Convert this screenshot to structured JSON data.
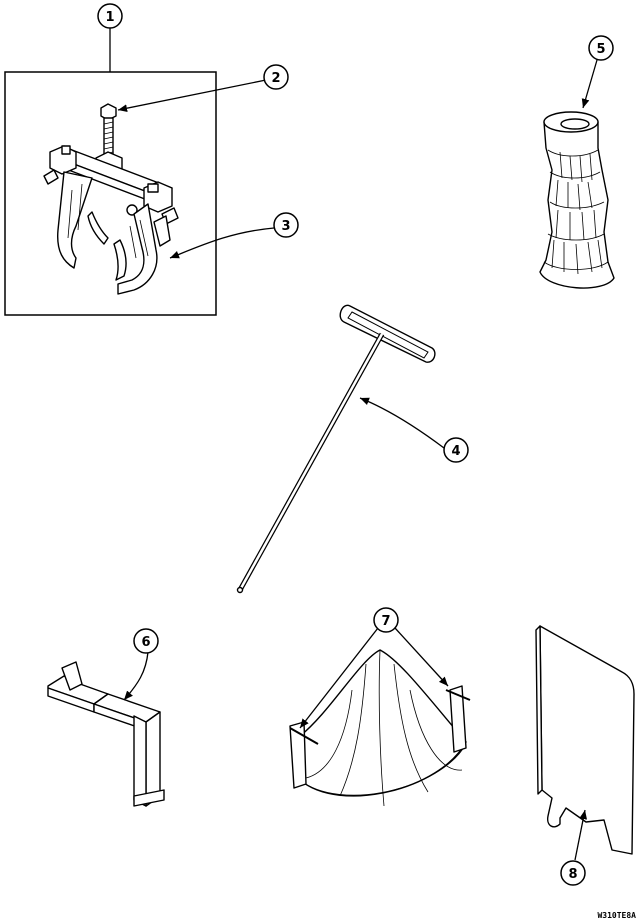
{
  "callouts": {
    "c1": "1",
    "c2": "2",
    "c3": "3",
    "c4": "4",
    "c5": "5",
    "c6": "6",
    "c7": "7",
    "c8": "8"
  },
  "drawing_code": "W310TE8A",
  "colors": {
    "line": "#000000",
    "background": "#ffffff"
  }
}
